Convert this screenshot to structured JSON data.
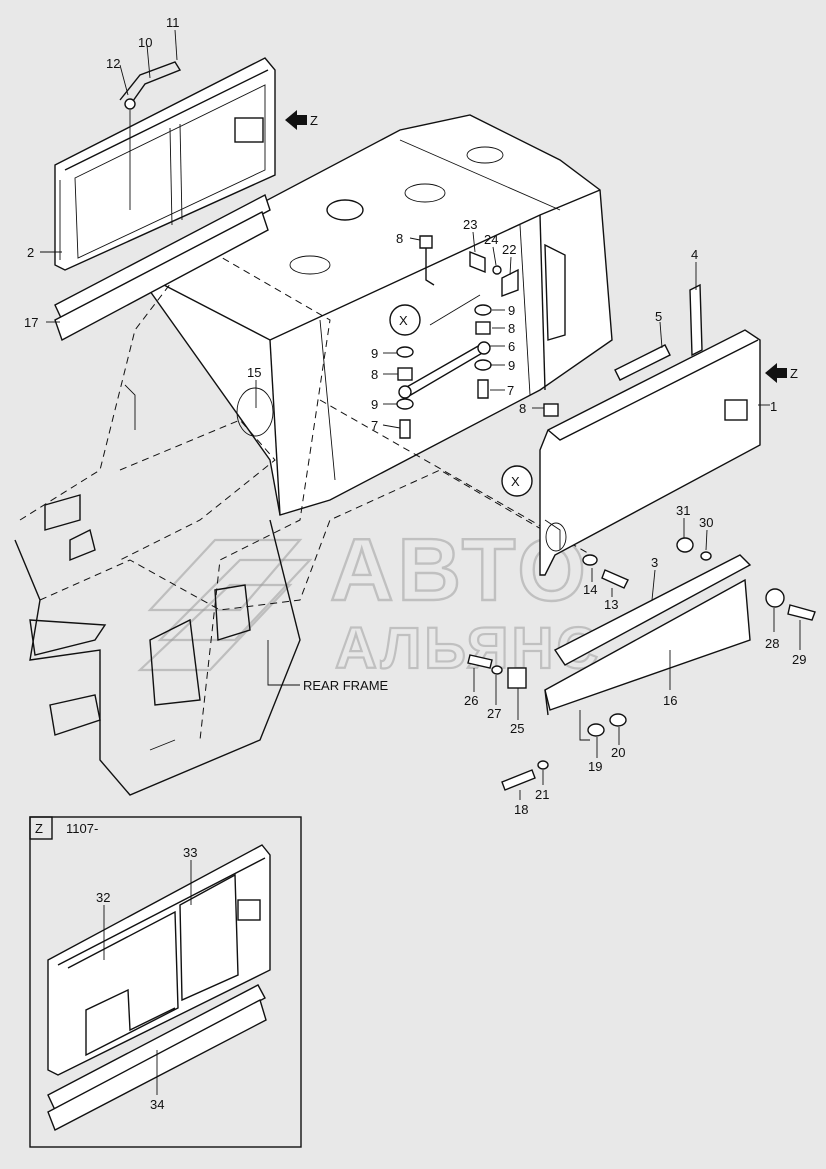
{
  "callouts": [
    {
      "id": "c1",
      "label": "1"
    },
    {
      "id": "c2",
      "label": "2"
    },
    {
      "id": "c3",
      "label": "3"
    },
    {
      "id": "c4",
      "label": "4"
    },
    {
      "id": "c5",
      "label": "5"
    },
    {
      "id": "c6",
      "label": "6"
    },
    {
      "id": "c7a",
      "label": "7"
    },
    {
      "id": "c7b",
      "label": "7"
    },
    {
      "id": "c8a",
      "label": "8"
    },
    {
      "id": "c8b",
      "label": "8"
    },
    {
      "id": "c8c",
      "label": "8"
    },
    {
      "id": "c8d",
      "label": "8"
    },
    {
      "id": "c9a",
      "label": "9"
    },
    {
      "id": "c9b",
      "label": "9"
    },
    {
      "id": "c9c",
      "label": "9"
    },
    {
      "id": "c9d",
      "label": "9"
    },
    {
      "id": "c10",
      "label": "10"
    },
    {
      "id": "c11",
      "label": "11"
    },
    {
      "id": "c12",
      "label": "12"
    },
    {
      "id": "c13",
      "label": "13"
    },
    {
      "id": "c14",
      "label": "14"
    },
    {
      "id": "c15",
      "label": "15"
    },
    {
      "id": "c16",
      "label": "16"
    },
    {
      "id": "c17",
      "label": "17"
    },
    {
      "id": "c18",
      "label": "18"
    },
    {
      "id": "c19",
      "label": "19"
    },
    {
      "id": "c20",
      "label": "20"
    },
    {
      "id": "c21",
      "label": "21"
    },
    {
      "id": "c22",
      "label": "22"
    },
    {
      "id": "c23",
      "label": "23"
    },
    {
      "id": "c24",
      "label": "24"
    },
    {
      "id": "c25",
      "label": "25"
    },
    {
      "id": "c26",
      "label": "26"
    },
    {
      "id": "c27",
      "label": "27"
    },
    {
      "id": "c28",
      "label": "28"
    },
    {
      "id": "c29",
      "label": "29"
    },
    {
      "id": "c30",
      "label": "30"
    },
    {
      "id": "c31",
      "label": "31"
    },
    {
      "id": "c32",
      "label": "32"
    },
    {
      "id": "c33",
      "label": "33"
    },
    {
      "id": "c34",
      "label": "34"
    }
  ],
  "markers": {
    "x_label": "X",
    "z_label": "Z"
  },
  "labels": {
    "rear_frame": "REAR FRAME"
  },
  "inset": {
    "view_letter": "Z",
    "serial": "1107-"
  },
  "watermark": {
    "line1": "АВТО",
    "line2": "АЛЬЯНС"
  }
}
